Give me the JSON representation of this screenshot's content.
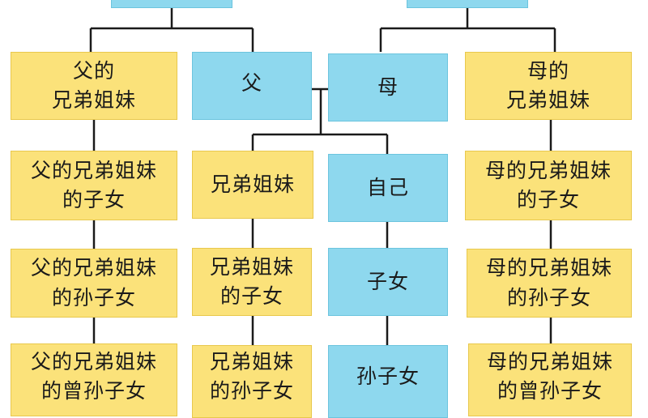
{
  "colors": {
    "blue_box": "#8ed8ee",
    "yellow_box": "#fbe27a",
    "connector": "#1a1a1a"
  },
  "top_row": {
    "grandparents_father_side": "",
    "grandparents_mother_side": ""
  },
  "row1": {
    "father_siblings": [
      "父的",
      "兄弟姐妹"
    ],
    "father": "父",
    "mother": "母",
    "mother_siblings": [
      "母的",
      "兄弟姐妹"
    ]
  },
  "row2": {
    "father_sibling_children": [
      "父的兄弟姐妹",
      "的子女"
    ],
    "siblings": "兄弟姐妹",
    "self": "自己",
    "mother_sibling_children": [
      "母的兄弟姐妹",
      "的子女"
    ]
  },
  "row3": {
    "father_sibling_grandchildren": [
      "父的兄弟姐妹",
      "的孙子女"
    ],
    "sibling_children": [
      "兄弟姐妹",
      "的子女"
    ],
    "children": "子女",
    "mother_sibling_grandchildren": [
      "母的兄弟姐妹",
      "的孙子女"
    ]
  },
  "row4": {
    "father_sibling_great_grandchildren": [
      "父的兄弟姐妹",
      "的曾孙子女"
    ],
    "sibling_grandchildren": [
      "兄弟姐妹",
      "的孙子女"
    ],
    "grandchildren": "孙子女",
    "mother_sibling_great_grandchildren": [
      "母的兄弟姐妹",
      "的曾孙子女"
    ]
  }
}
